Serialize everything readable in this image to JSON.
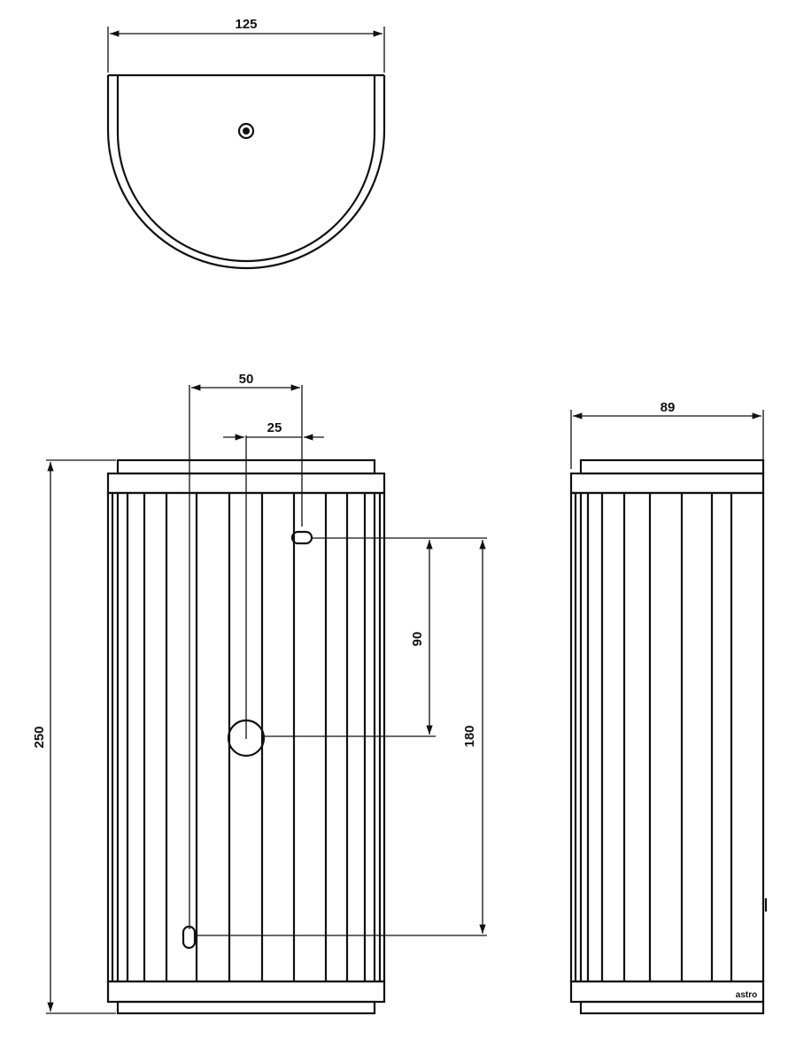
{
  "views": {
    "top": {
      "width_dim": "125"
    },
    "front": {
      "dim_50": "50",
      "dim_25": "25",
      "dim_90": "90",
      "dim_180": "180",
      "dim_250": "250"
    },
    "side": {
      "width_dim": "89",
      "logo": "astro"
    }
  },
  "colors": {
    "line": "#111111",
    "background": "#ffffff"
  }
}
